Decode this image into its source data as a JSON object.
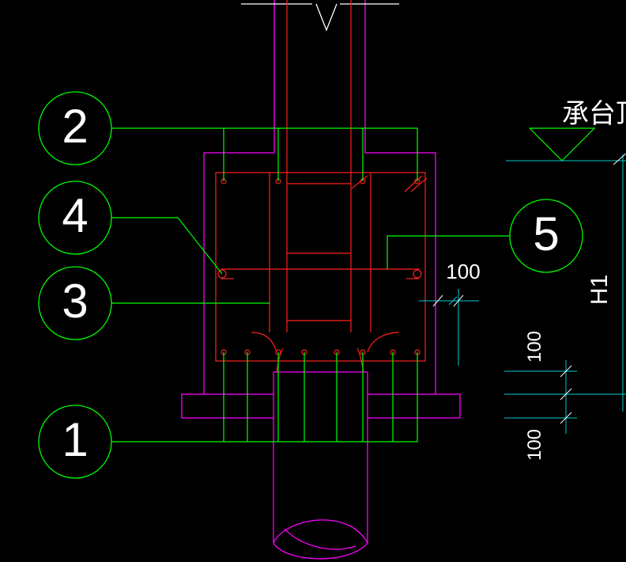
{
  "drawing": {
    "callouts": [
      {
        "id": "2",
        "label": "2"
      },
      {
        "id": "4",
        "label": "4"
      },
      {
        "id": "3",
        "label": "3"
      },
      {
        "id": "1",
        "label": "1"
      },
      {
        "id": "5",
        "label": "5"
      }
    ],
    "dimensions": {
      "top_spacing": "100",
      "left_spacing_upper": "100",
      "left_spacing_lower": "100"
    },
    "labels": {
      "cap_top": "承台顶",
      "height": "H1"
    },
    "colors": {
      "background": "#000000",
      "callout": "#00ff00",
      "leader": "#00ff00",
      "rebar": "#ff2020",
      "outline": "#ff00ff",
      "dimension": "#00cccc",
      "text": "#ffffff"
    }
  }
}
